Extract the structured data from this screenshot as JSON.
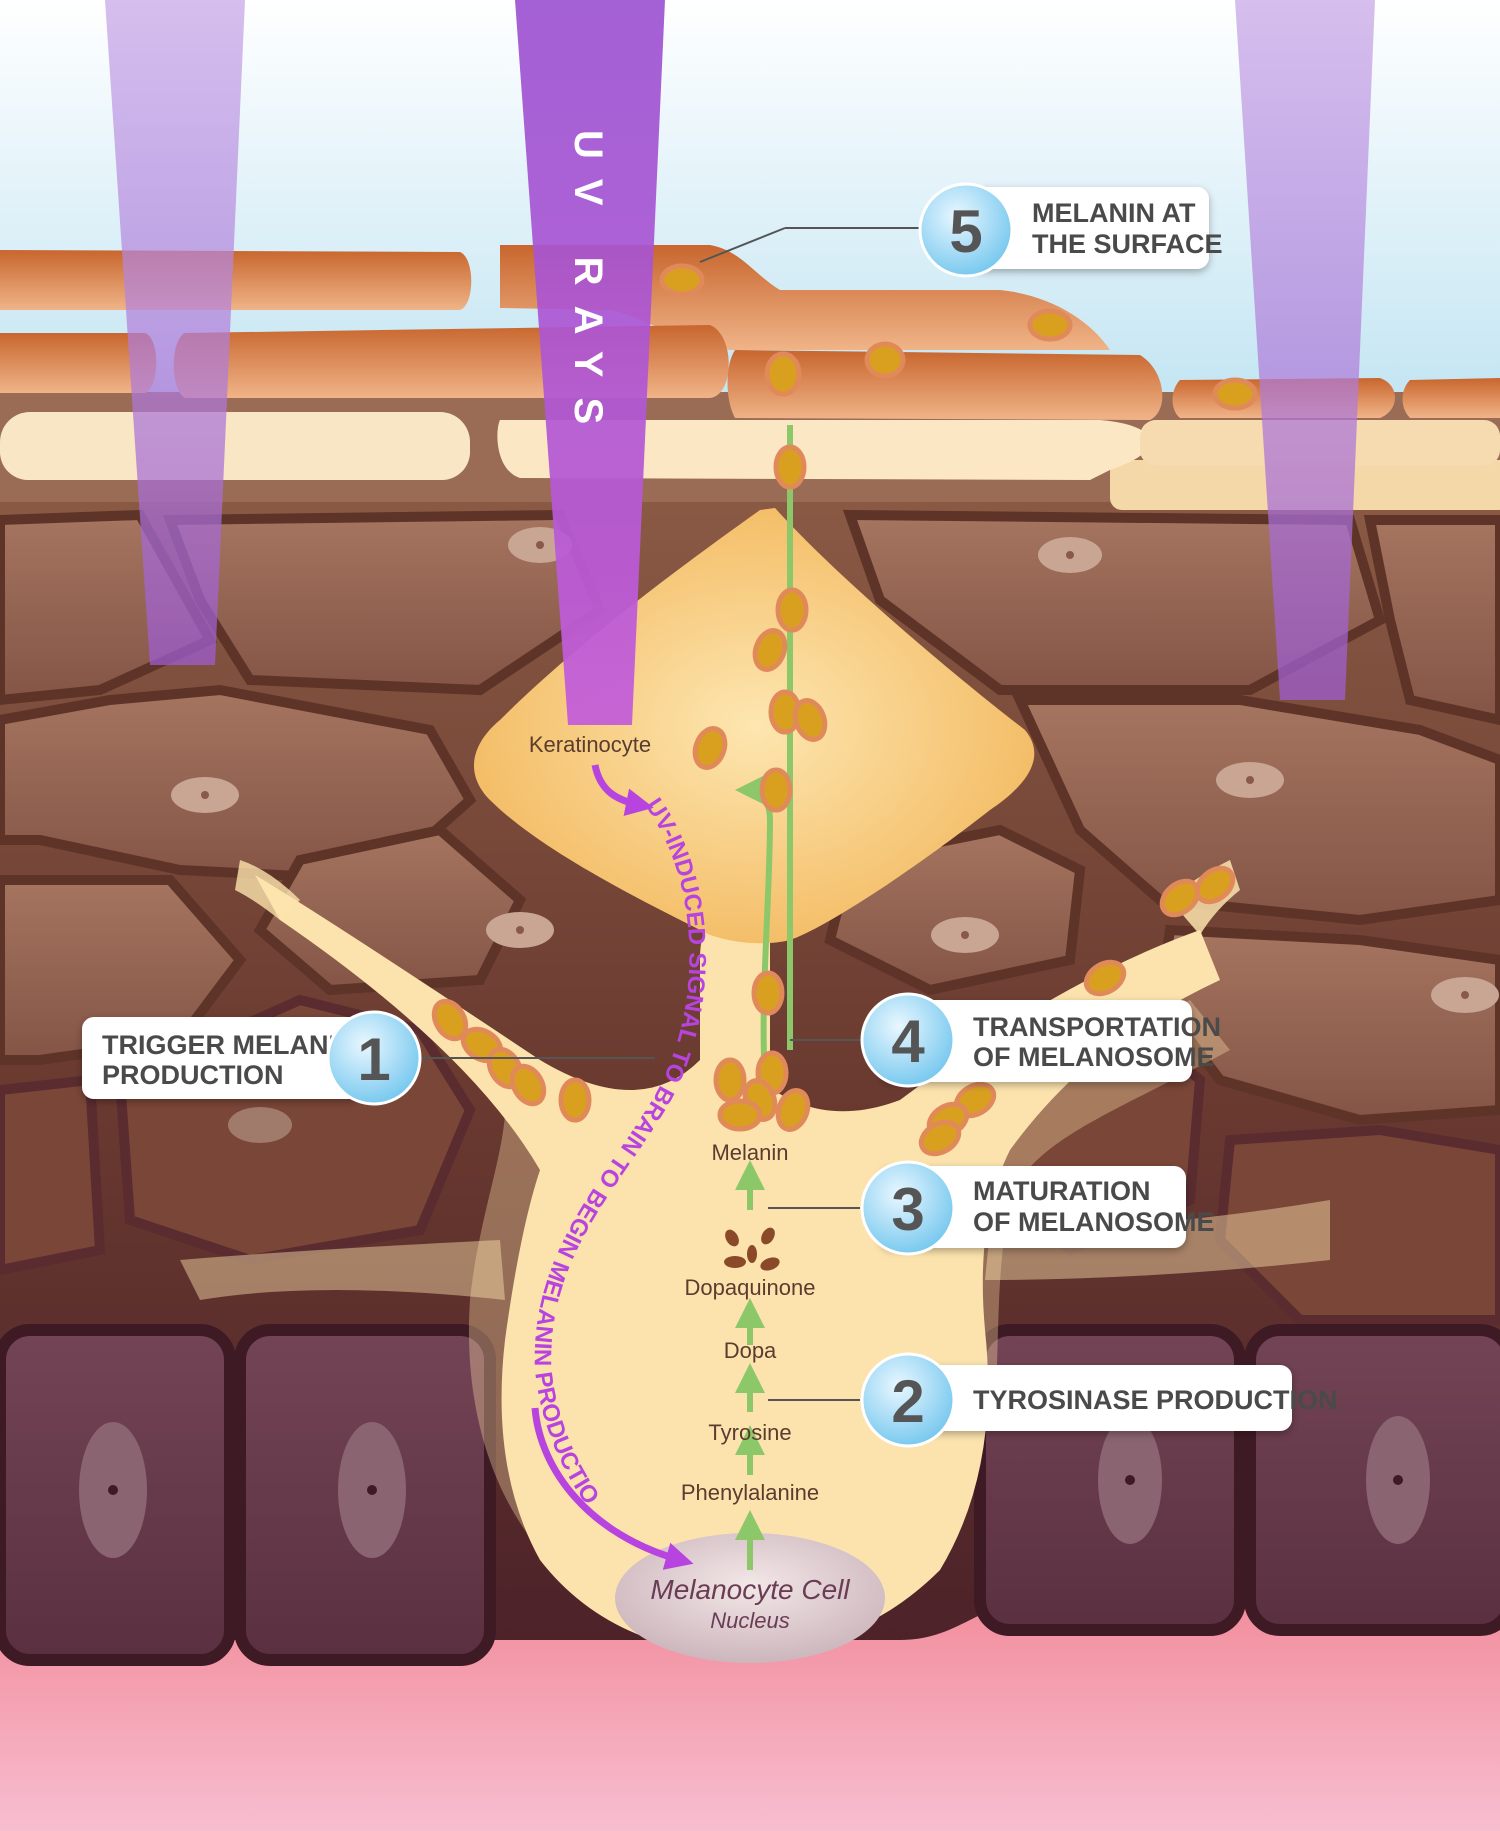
{
  "beam_label": "UV RAYS",
  "signal_text": "UV-INDUCED SIGNAL TO BRAIN TO BEGIN MELANIN PRODUCTION",
  "keratinocyte_label": "Keratinocyte",
  "nucleus": {
    "title": "Melanocyte Cell",
    "subtitle": "Nucleus"
  },
  "pathway": [
    "Phenylalanine",
    "Tyrosine",
    "Dopa",
    "Dopaquinone",
    "Melanin"
  ],
  "steps": [
    {
      "number": "1",
      "line1": "TRIGGER MELANIN",
      "line2": "PRODUCTION"
    },
    {
      "number": "2",
      "line1": "TYROSINASE PRODUCTION",
      "line2": ""
    },
    {
      "number": "3",
      "line1": "MATURATION",
      "line2": "OF MELANOSOME"
    },
    {
      "number": "4",
      "line1": "TRANSPORTATION",
      "line2": "OF MELANOSOME"
    },
    {
      "number": "5",
      "line1": "MELANIN AT",
      "line2": "THE SURFACE"
    }
  ],
  "colors": {
    "uv": "#a24fd6",
    "signal": "#b844e0",
    "pathway_arrow": "#8cc86a",
    "callout_circle": "#7fcdf0",
    "melanocyte": "#fbe0a6",
    "melanosome": "#d9a020"
  }
}
